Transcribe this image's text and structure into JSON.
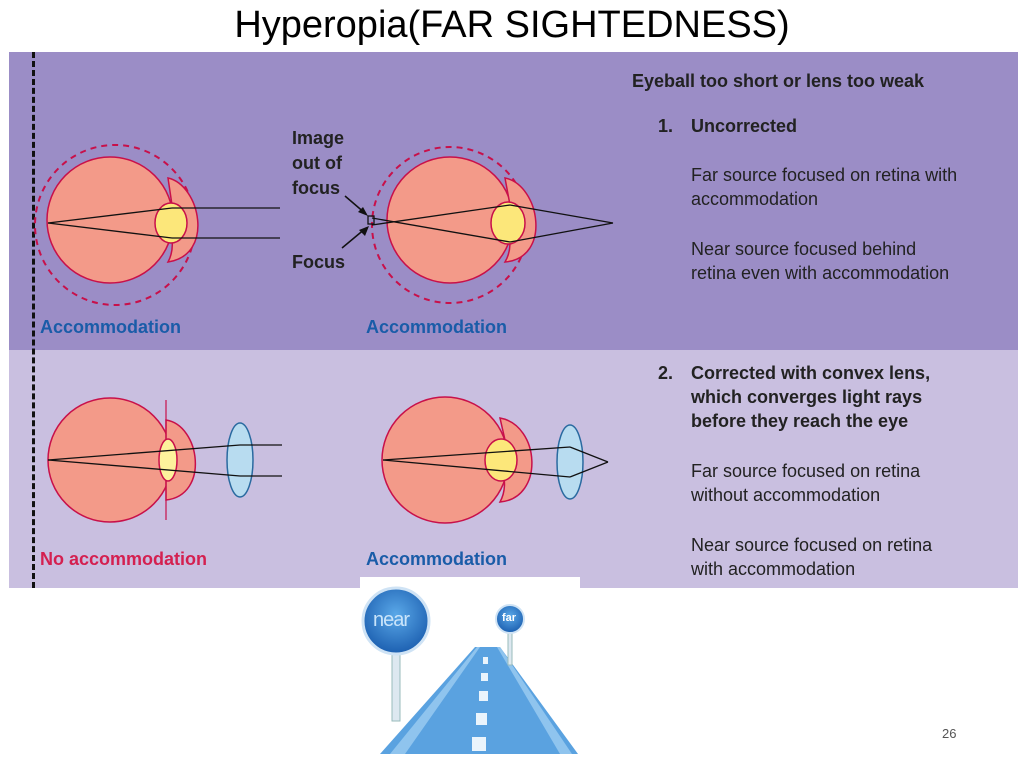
{
  "title": "Hyperopia(FAR SIGHTEDNESS)",
  "colors": {
    "top_panel": "#9b8dc6",
    "bottom_panel": "#c9bfe0",
    "eyeball": "#f39a89",
    "lens": "#fce77a",
    "caption_blue": "#1a5ca8",
    "caption_red": "#d42050"
  },
  "top": {
    "heading": "Eyeball too short or lens too weak",
    "item_number": "1.",
    "item_title": "Uncorrected",
    "desc1_line1": "Far source focused on retina with",
    "desc1_line2": "accommodation",
    "desc2_line1": "Near source focused behind",
    "desc2_line2": "retina even with accommodation",
    "label_image_1": "Image",
    "label_image_2": "out of",
    "label_image_3": "focus",
    "label_focus": "Focus",
    "caption_left": "Accommodation",
    "caption_right": "Accommodation"
  },
  "bottom": {
    "item_number": "2.",
    "item_title_line1": "Corrected with convex lens,",
    "item_title_line2": "which converges light rays",
    "item_title_line3": "before they reach the eye",
    "desc1_line1": "Far source focused on retina",
    "desc1_line2": "without accommodation",
    "desc2_line1": "Near source focused on retina",
    "desc2_line2": "with accommodation",
    "caption_left": "No accommodation",
    "caption_right": "Accommodation"
  },
  "road": {
    "sign_near": "near",
    "sign_far": "far"
  },
  "page_number": "26"
}
